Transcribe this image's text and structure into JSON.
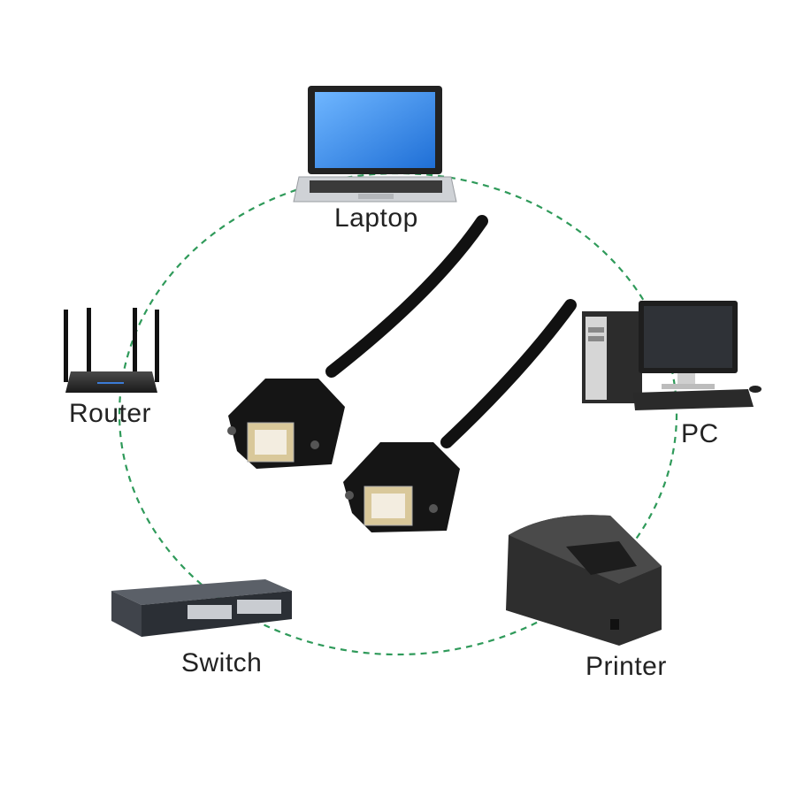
{
  "devices": {
    "laptop": "Laptop",
    "router": "Router",
    "pc": "PC",
    "switch": "Switch",
    "printer": "Printer"
  },
  "colors": {
    "ring": "#2f9a5a",
    "cable": "#111111",
    "screen": "#2f7fe0",
    "port": "#d9c89a"
  }
}
